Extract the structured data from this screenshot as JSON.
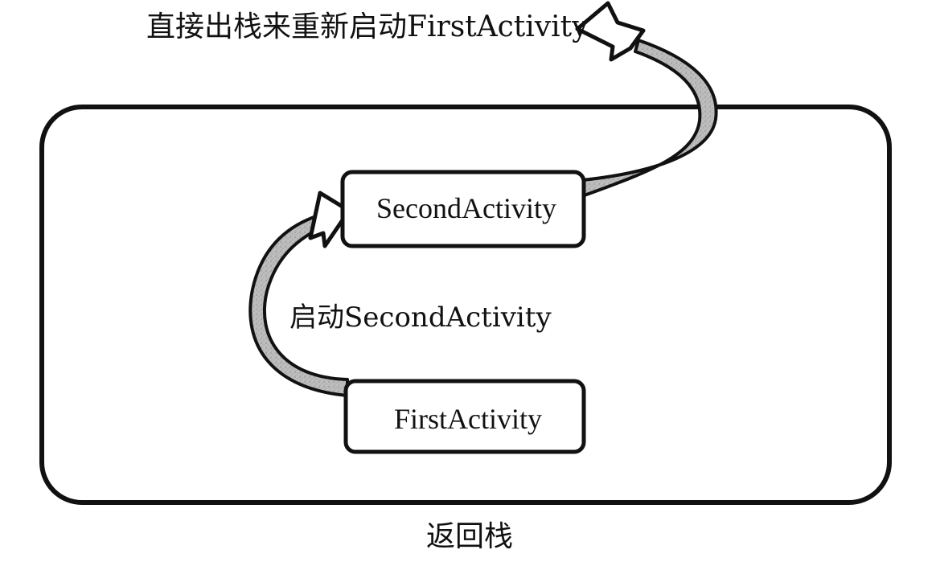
{
  "diagram": {
    "top_label": "直接出栈来重新启动FirstActivity",
    "middle_label": "启动SecondActivity",
    "container_label": "返回栈",
    "boxes": {
      "second": "SecondActivity",
      "first": "FirstActivity"
    }
  },
  "colors": {
    "stroke": "#111111",
    "arrow_fill": "#b8b8b8",
    "background": "#ffffff"
  }
}
